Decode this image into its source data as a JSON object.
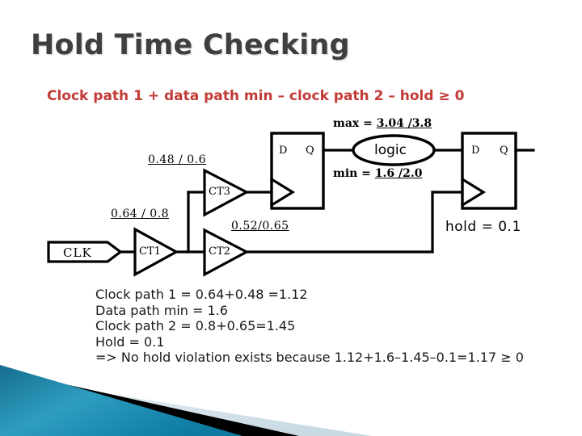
{
  "slide": {
    "title": "Hold Time Checking",
    "formula": "Clock path 1 + data path min – clock path 2 – hold ≥ 0"
  },
  "circuit": {
    "clk_source": "CLK",
    "buffers": [
      {
        "name": "CT1",
        "delay_label": "0.64 / 0.8"
      },
      {
        "name": "CT2",
        "delay_label": "0.52/0.65"
      },
      {
        "name": "CT3",
        "delay_label": "0.48 / 0.6"
      }
    ],
    "flipflops": [
      {
        "id": "ff-left",
        "d_port": "D",
        "q_port": "Q"
      },
      {
        "id": "ff-right",
        "d_port": "D",
        "q_port": "Q"
      }
    ],
    "logic_block": "logic",
    "path_max_prefix": "max = ",
    "path_max_value": "3.04 /3.8",
    "path_min_prefix": "min = ",
    "path_min_value": "1.6 /2.0",
    "hold_label": "hold = 0.1"
  },
  "calculation": {
    "lines": [
      "Clock path 1 = 0.64+0.48 =1.12",
      "Data path min = 1.6",
      "Clock path 2 = 0.8+0.65=1.45",
      "Hold = 0.1",
      "=> No hold violation exists because 1.12+1.6–1.45–0.1=1.17 ≥ 0"
    ]
  },
  "colors": {
    "title": "#3f3f3f",
    "formula_red": "#c23b36",
    "wire": "#000000",
    "decoration_teal": "#1c8fb5",
    "decoration_dark": "#000000",
    "decoration_pale": "#dde8ee"
  }
}
